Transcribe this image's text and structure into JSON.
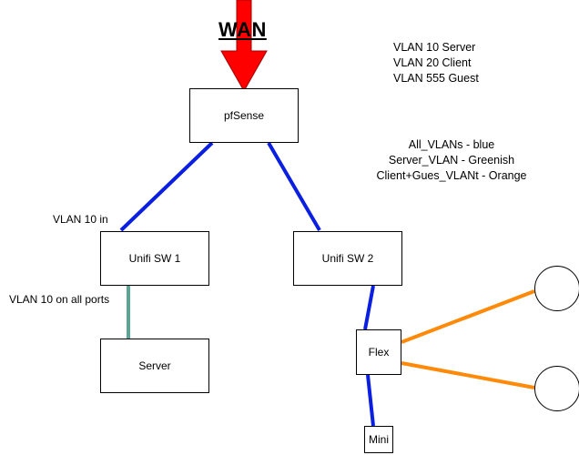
{
  "colors": {
    "all_vlans": "#0a1fe0",
    "server_vlan": "#5aa595",
    "client_guest_vlan": "#ff8a0a",
    "wan_arrow": "#ff0000"
  },
  "wan": {
    "label": "WAN"
  },
  "notes": [
    "VLAN 10 Server",
    "VLAN 20 Client",
    "VLAN 555 Guest"
  ],
  "legend": [
    "All_VLANs - blue",
    "Server_VLAN - Greenish",
    "Client+Gues_VLANt - Orange"
  ],
  "nodes": {
    "pfsense": "pfSense",
    "switch1": "Unifi SW 1",
    "switch2": "Unifi SW 2",
    "server": "Server",
    "flex": "Flex",
    "mini": "Mini"
  },
  "labels": {
    "vlan10_in": "VLAN 10 in",
    "vlan10_all_ports": "VLAN 10 on all ports"
  }
}
